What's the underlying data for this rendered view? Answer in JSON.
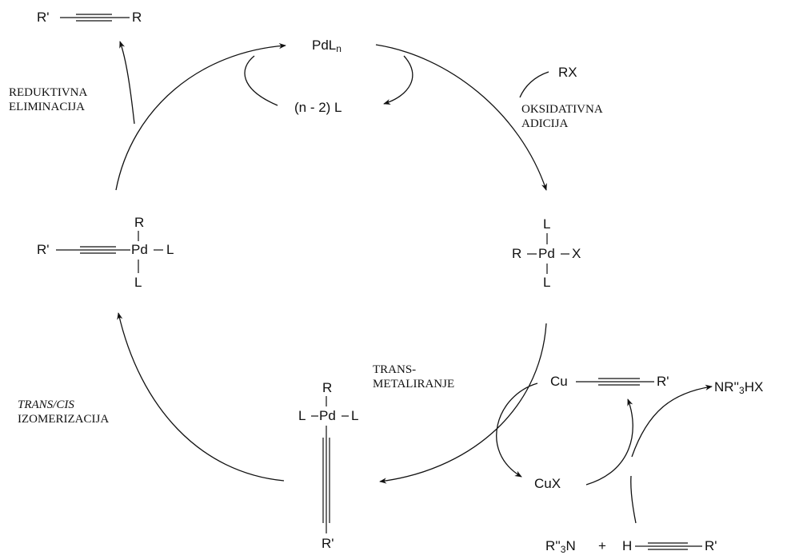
{
  "diagram": {
    "catalyst": {
      "text": "PdL",
      "subscript": "n"
    },
    "ligand_loss": "(n - 2) L",
    "aryl_halide": "RX",
    "steps": {
      "oxidative_addition": [
        "OKSIDATIVNA",
        "ADICIJA"
      ],
      "transmetalation": [
        "TRANS-",
        "METALIRANJE"
      ],
      "isomerization_italic": "TRANS/CIS",
      "isomerization": "IZOMERIZACIJA",
      "reductive_elimination": [
        "REDUKTIVNA",
        "ELIMINACIJA"
      ]
    },
    "product": {
      "left": "R'",
      "right": "R"
    },
    "complex_pd_x": {
      "top": "L",
      "left": "R",
      "center": "Pd",
      "right": "X",
      "bottom": "L"
    },
    "complex_pd_l_trans": {
      "top": "R",
      "left": "L",
      "center": "Pd",
      "right": "L",
      "alkyne_end": "R'"
    },
    "complex_pd_l_cis": {
      "top": "R",
      "left": "R'",
      "center": "Pd",
      "right": "L",
      "bottom": "L"
    },
    "copper_cycle": {
      "cu_acetylide": {
        "metal": "Cu",
        "group": "R'"
      },
      "cu_halide": "CuX",
      "amine_salt": {
        "text": "NR''",
        "subscript": "3",
        "suffix": "HX"
      },
      "amine": {
        "text": "R''",
        "subscript": "3",
        "suffix": "N"
      },
      "plus": "+",
      "terminal_alkyne": {
        "h": "H",
        "group": "R'"
      }
    }
  }
}
